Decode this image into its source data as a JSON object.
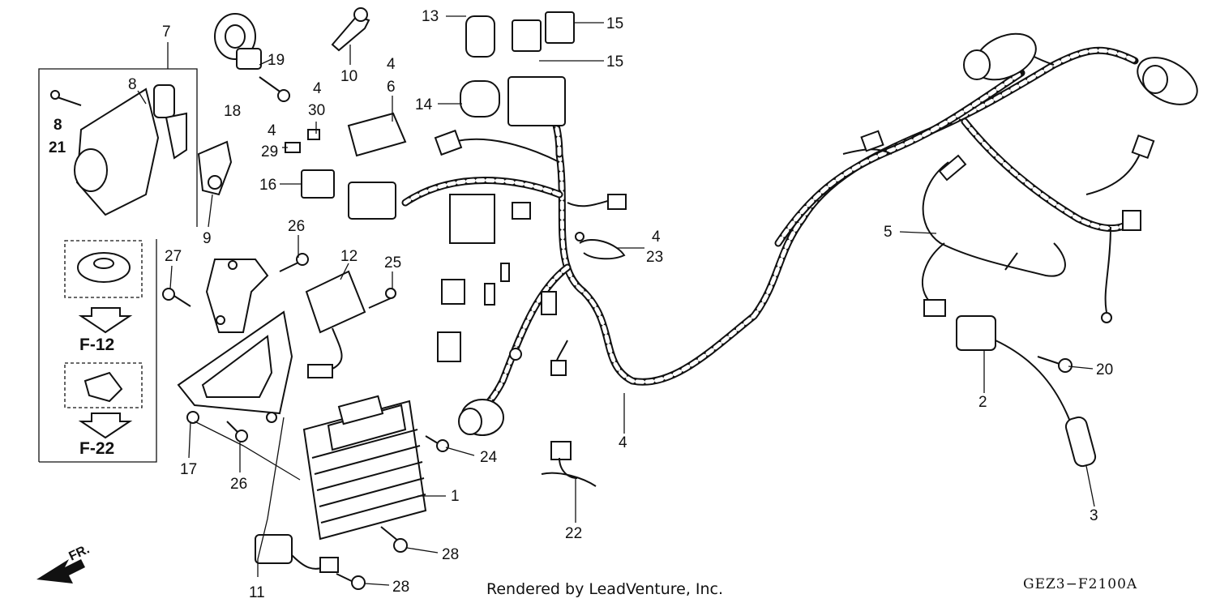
{
  "footer": {
    "credit": "Rendered by LeadVenture, Inc.",
    "diagram_code": "GEZ3−F2100A"
  },
  "inset": {
    "refs": [
      "F-12",
      "F-22"
    ]
  },
  "front_arrow_label": "FR.",
  "callouts": {
    "c7": "7",
    "c8a": "8",
    "c8b": "8",
    "c21": "21",
    "c18": "18",
    "c19": "19",
    "c10": "10",
    "c13": "13",
    "c15a": "15",
    "c15b": "15",
    "c4a": "4",
    "c6": "6",
    "c14": "14",
    "c4b": "4",
    "c30": "30",
    "c4c": "4",
    "c29": "29",
    "c16": "16",
    "c9": "9",
    "c26a": "26",
    "c12": "12",
    "c25": "25",
    "c27": "27",
    "c4d": "4",
    "c23": "23",
    "c5": "5",
    "c20": "20",
    "c2": "2",
    "c3": "3",
    "c4e": "4",
    "c24": "24",
    "c1": "1",
    "c17": "17",
    "c26b": "26",
    "c22": "22",
    "c28a": "28",
    "c28b": "28",
    "c11": "11"
  }
}
